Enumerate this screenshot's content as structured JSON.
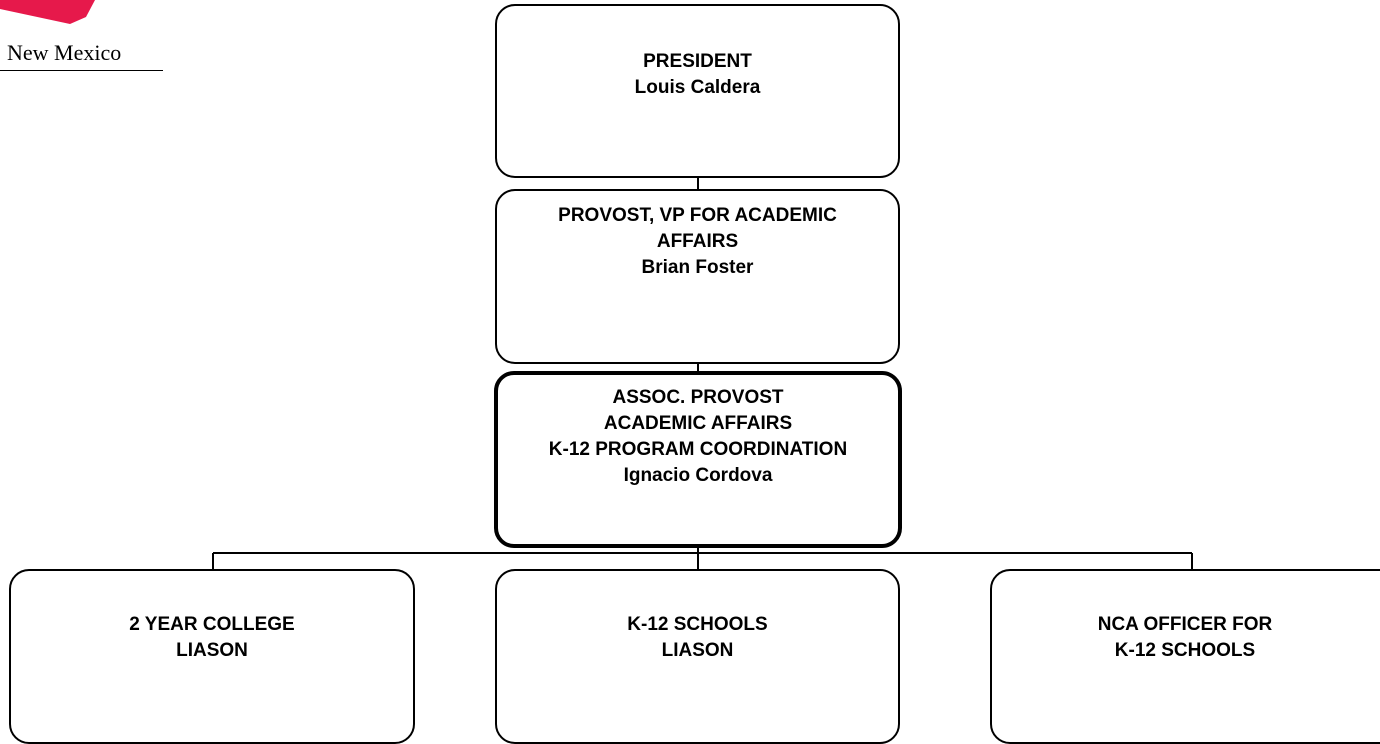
{
  "logo": {
    "text": "New Mexico",
    "accent_color": "#e6194b"
  },
  "nodes": {
    "president": {
      "title": "PRESIDENT",
      "name": "Louis Caldera"
    },
    "provost": {
      "title_line1": "PROVOST, VP FOR ACADEMIC",
      "title_line2": "AFFAIRS",
      "name": "Brian Foster"
    },
    "assoc_provost": {
      "line1": "ASSOC. PROVOST",
      "line2": "ACADEMIC AFFAIRS",
      "line3": "K-12 PROGRAM COORDINATION",
      "name": "Ignacio Cordova"
    },
    "college_liason": {
      "line1": "2 YEAR COLLEGE",
      "line2": "LIASON"
    },
    "k12_liason": {
      "line1": "K-12 SCHOOLS",
      "line2": "LIASON"
    },
    "nca_officer": {
      "line1": "NCA OFFICER FOR",
      "line2": "K-12 SCHOOLS"
    }
  }
}
